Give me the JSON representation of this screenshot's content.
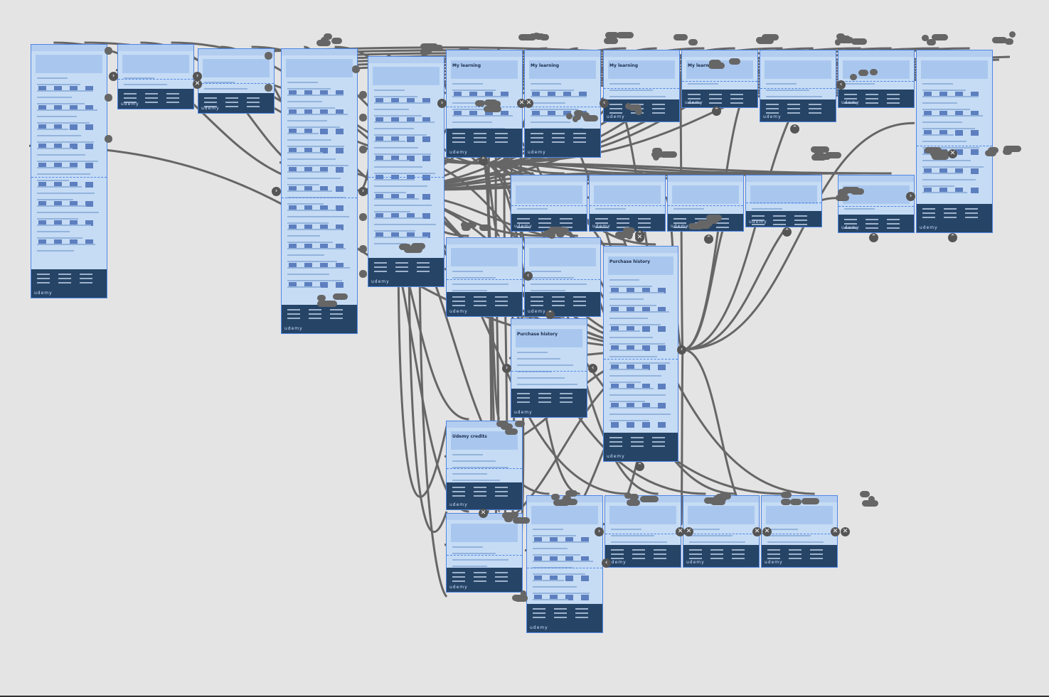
{
  "canvas": {
    "background": "#e4e4e4",
    "frame_fill": "#c6dcf5",
    "frame_border": "#4f86e6",
    "footer_fill": "#264466",
    "wire_color": "#666666"
  },
  "frames": [
    {
      "label": "udemy"
    },
    {
      "label": "udemy"
    },
    {
      "label": "udemy"
    },
    {
      "label": "udemy"
    },
    {
      "label": "udemy"
    },
    {
      "label": "udemy",
      "heading": "My learning"
    },
    {
      "label": "udemy",
      "heading": "My learning"
    },
    {
      "label": "udemy",
      "heading": "My learning"
    },
    {
      "label": "udemy",
      "heading": "My learning"
    },
    {
      "label": "udemy"
    },
    {
      "label": "udemy"
    },
    {
      "label": "udemy"
    },
    {
      "label": "udemy"
    },
    {
      "label": "udemy"
    },
    {
      "label": "udemy"
    },
    {
      "label": "udemy"
    },
    {
      "label": "udemy"
    },
    {
      "label": "udemy"
    },
    {
      "label": "udemy"
    },
    {
      "label": "udemy",
      "heading": "Purchase history"
    },
    {
      "label": "udemy",
      "heading": "Purchase history"
    },
    {
      "label": "udemy",
      "heading": "Udemy credits"
    },
    {
      "label": "udemy"
    },
    {
      "label": "udemy"
    },
    {
      "label": "udemy"
    },
    {
      "label": "udemy"
    },
    {
      "label": "udemy"
    }
  ],
  "handles": {
    "forward": "›",
    "back": "‹",
    "up": "⌃",
    "close": "✕"
  }
}
